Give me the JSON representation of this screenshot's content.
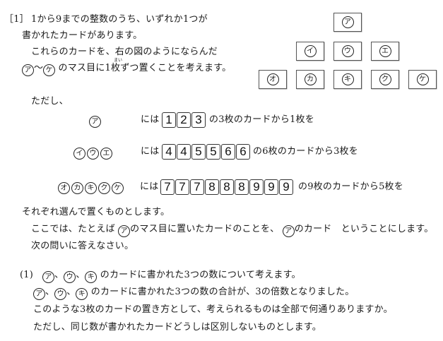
{
  "problem": {
    "number": "［1］",
    "intro": [
      "1から9までの整数のうち、いずれか1つが",
      "書かれたカードがあります。",
      "これらのカードを、右の図のようにならんだ"
    ],
    "line4": {
      "from": "ア",
      "tilde": "～",
      "to": "ケ",
      "text_a": "のマス目に1",
      "kanji": "枚",
      "ruby": "まい",
      "text_b": "ずつ置くことを考えます。"
    },
    "tadashi": "ただし、"
  },
  "grid": {
    "rows": [
      [
        "ア"
      ],
      [
        "イ",
        "ウ",
        "エ"
      ],
      [
        "オ",
        "カ",
        "キ",
        "ク",
        "ケ"
      ]
    ]
  },
  "rules": [
    {
      "labels": [
        "ア"
      ],
      "ni_wa": "には",
      "cards": [
        "1",
        "2",
        "3"
      ],
      "tail": "の3枚のカードから1枚を"
    },
    {
      "labels": [
        "イ",
        "ウ",
        "エ"
      ],
      "ni_wa": "には",
      "cards": [
        "4",
        "4",
        "5",
        "5",
        "6",
        "6"
      ],
      "tail": "の6枚のカードから3枚を"
    },
    {
      "labels": [
        "オ",
        "カ",
        "キ",
        "ク",
        "ケ"
      ],
      "ni_wa": "には",
      "cards": [
        "7",
        "7",
        "7",
        "8",
        "8",
        "8",
        "9",
        "9",
        "9"
      ],
      "tail": "の9枚のカードから5枚を"
    }
  ],
  "after": {
    "line1": "それぞれ選んで置くものとします。",
    "line2_a": "ここでは、たとえば",
    "line2_maru": "ア",
    "line2_b": "のマス目に置いたカードのことを、",
    "line2_maru2": "ア",
    "line2_c": "のカード　ということにします。",
    "line3": "次の問いに答えなさい。"
  },
  "question1": {
    "number": "(1)",
    "line1_maru": [
      "ア",
      "ウ",
      "キ"
    ],
    "sep": "、",
    "line1_text": "のカードに書かれた3つの数について考えます。",
    "line2_maru": [
      "ア",
      "ウ",
      "キ"
    ],
    "line2_text": "のカードに書かれた3つの数の合計が、3の倍数となりました。",
    "line3": "このような3枚のカードの置き方として、考えられるものは全部で何通りありますか。",
    "line4": "ただし、同じ数が書かれたカードどうしは区別しないものとします。"
  }
}
